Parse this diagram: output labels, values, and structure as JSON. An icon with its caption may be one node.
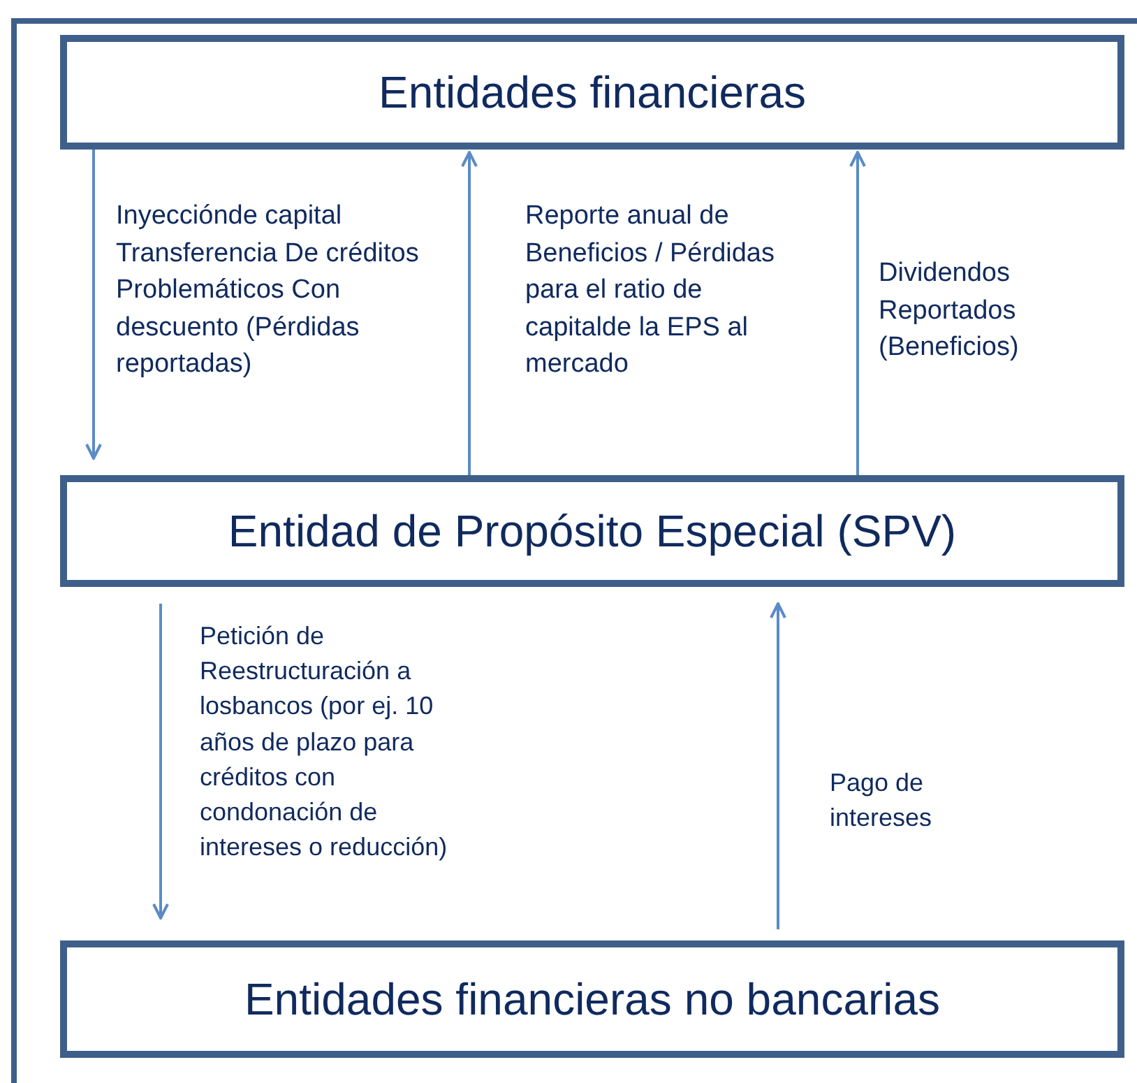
{
  "diagram": {
    "nodes": [
      {
        "text": [
          "Entidades financieras"
        ]
      },
      {
        "text": [
          "Entidad de Propósito Especial (SPV)"
        ]
      },
      {
        "text": [
          "Entidades financieras no bancarias"
        ]
      }
    ],
    "edges": [
      {
        "from": 0,
        "to": 1,
        "arrow": "to",
        "label": "Inyecciónde capital Transferencia De créditos Problemáticos Con descuento (Pérdidas reportadas)"
      },
      {
        "from": 1,
        "to": 0,
        "arrow": "to",
        "label": "Reporte anual de Beneficios / Pérdidas para el ratio de capitalde la EPS al mercado"
      },
      {
        "from": 1,
        "to": 0,
        "arrow": "to",
        "label": "Dividendos Reportados (Beneficios)"
      },
      {
        "from": 1,
        "to": 2,
        "arrow": "to",
        "label": "Petición de Reestructuración a losbancos (por ej. 10 años de plazo para créditos con condonación de intereses o reducción)"
      },
      {
        "from": 2,
        "to": 1,
        "arrow": "to",
        "label": "Pago de intereses"
      }
    ]
  }
}
